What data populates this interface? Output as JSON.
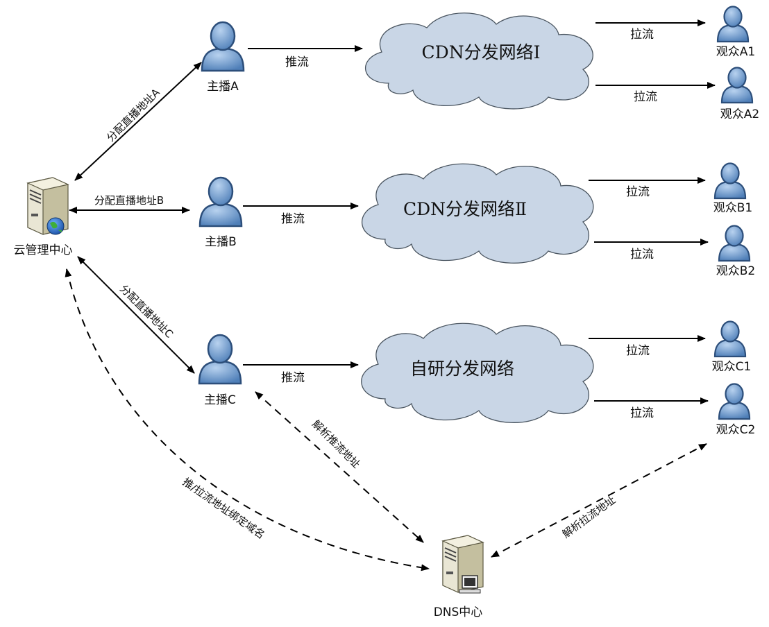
{
  "colors": {
    "person_fill": "#7fa8d6",
    "person_dark": "#3f6da3",
    "cloud_fill": "#c9d6e6",
    "cloud_stroke": "#4a5560",
    "server_body": "#e9e6d4",
    "server_side": "#c4bf9f",
    "arrow": "#000000"
  },
  "nodes": {
    "cloud_center": "云管理中心",
    "dns_center": "DNS中心",
    "anchor_a": "主播A",
    "anchor_b": "主播B",
    "anchor_c": "主播C",
    "cdn1": "CDN分发网络Ⅰ",
    "cdn2": "CDN分发网络Ⅱ",
    "self_net": "自研分发网络",
    "viewer_a1": "观众A1",
    "viewer_a2": "观众A2",
    "viewer_b1": "观众B1",
    "viewer_b2": "观众B2",
    "viewer_c1": "观众C1",
    "viewer_c2": "观众C2"
  },
  "edges": {
    "assign_a": "分配直播地址A",
    "assign_b": "分配直播地址B",
    "assign_c": "分配直播地址C",
    "push": "推流",
    "pull": "拉流",
    "bind_domain": "推/拉流地址绑定域名",
    "resolve_push": "解析推流地址",
    "resolve_pull": "解析拉流地址"
  }
}
